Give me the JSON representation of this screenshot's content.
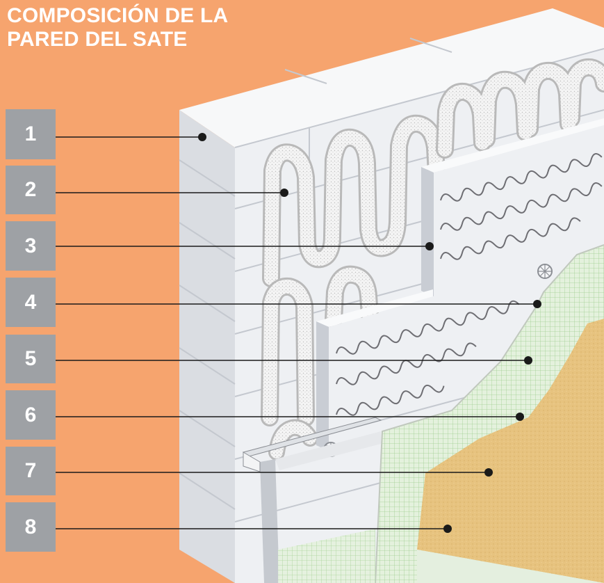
{
  "title": {
    "line1": "COMPOSICIÓN DE LA",
    "line2": "PARED DEL SATE"
  },
  "legend": {
    "items": [
      {
        "label": "1"
      },
      {
        "label": "2"
      },
      {
        "label": "3"
      },
      {
        "label": "4"
      },
      {
        "label": "5"
      },
      {
        "label": "6"
      },
      {
        "label": "7"
      },
      {
        "label": "8"
      }
    ]
  },
  "colors": {
    "background": "#f6a46e",
    "number_box": "#9ea1a5",
    "wall_face": "#eff0f2",
    "wall_side": "#d3d6dc",
    "insulation_board": "#eef0f3",
    "mesh": "#d8ecd0",
    "render": "#e6c27e",
    "leader_line": "#1a1a1a"
  }
}
